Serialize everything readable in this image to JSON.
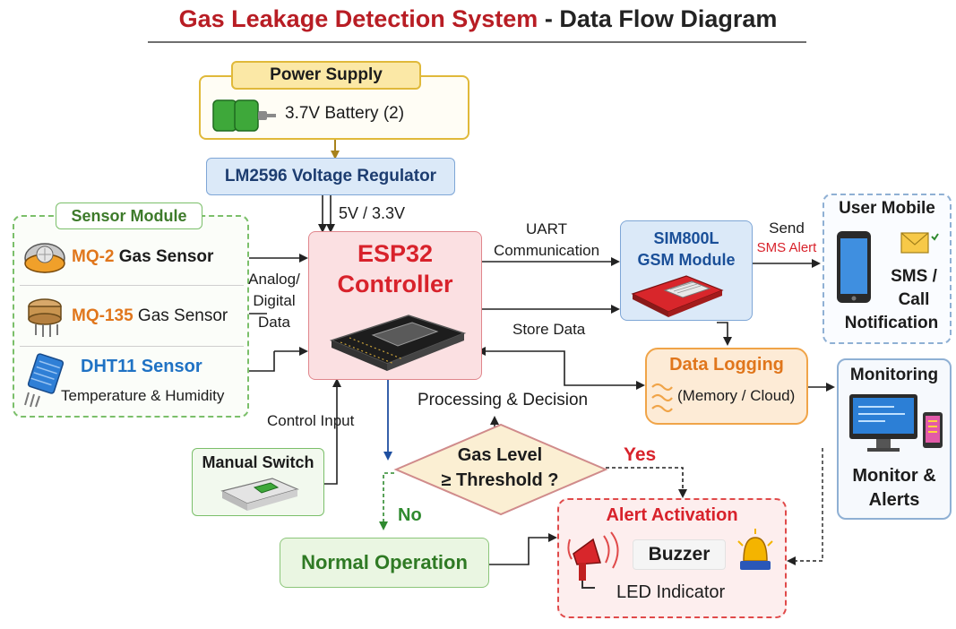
{
  "title": {
    "part1": "Gas Leakage Detection System",
    "separator": "-",
    "part2": "Data Flow Diagram"
  },
  "power": {
    "title": "Power Supply",
    "battery": "3.7V Battery (2)"
  },
  "regulator": {
    "label": "LM2596 Voltage Regulator",
    "output": "5V / 3.3V"
  },
  "sensor_module": {
    "title": "Sensor Module",
    "mq2": {
      "name": "MQ-2",
      "suffix": "Gas Sensor"
    },
    "mq135": {
      "name": "MQ-135",
      "suffix": "Gas Sensor"
    },
    "dht11": {
      "name": "DHT11 Sensor",
      "sub": "Temperature & Humidity"
    }
  },
  "analog_label": [
    "Analog/",
    "Digital",
    "Data"
  ],
  "controller": {
    "line1": "ESP32",
    "line2": "Controller"
  },
  "uart_label": [
    "UART",
    "Communication"
  ],
  "gsm": {
    "line1": "SIM800L",
    "line2": "GSM Module"
  },
  "send_label": {
    "line1": "Send",
    "line2": "SMS Alert"
  },
  "user_mobile": {
    "title": "User Mobile",
    "line1": "SMS /",
    "line2": "Call",
    "line3": "Notification"
  },
  "store_label": "Store Data",
  "data_logging": {
    "title": "Data Logging",
    "sub": "(Memory / Cloud)"
  },
  "monitoring": {
    "title": "Monitoring",
    "line1": "Monitor &",
    "line2": "Alerts"
  },
  "processing_label": "Processing & Decision",
  "control_label": "Control Input",
  "manual_switch": "Manual Switch",
  "decision": {
    "line1": "Gas Level",
    "line2": "≥ Threshold ?",
    "yes": "Yes",
    "no": "No"
  },
  "normal": "Normal Operation",
  "alert": {
    "title": "Alert Activation",
    "buzzer": "Buzzer",
    "led": "LED Indicator"
  },
  "colors": {
    "title_red": "#b81d24",
    "power_border": "#e0b93a",
    "power_header": "#fbe8a6",
    "regulator_fill": "#dbe9f8",
    "regulator_border": "#7ea6d6",
    "sensor_border": "#7bbf6a",
    "sensor_title": "#3d7a2a",
    "orange": "#e0761c",
    "dht_blue": "#1f72c4",
    "esp_fill": "#fbe0e2",
    "esp_border": "#e0868c",
    "esp_text": "#d8222b",
    "gsm_fill": "#dbe9f8",
    "gsm_text": "#1a4f98",
    "sms_red": "#d8222b",
    "log_fill": "#fdebd6",
    "log_border": "#f0a448",
    "decision_fill": "#fbefd3",
    "decision_border": "#d08b8b",
    "yes_red": "#d8222b",
    "no_green": "#2f8a2f",
    "normal_fill": "#eaf6e2",
    "normal_text": "#2f7a24",
    "alert_border": "#e04a4a",
    "alert_fill": "#fdeeee",
    "monitor_border": "#8fb0d4"
  }
}
